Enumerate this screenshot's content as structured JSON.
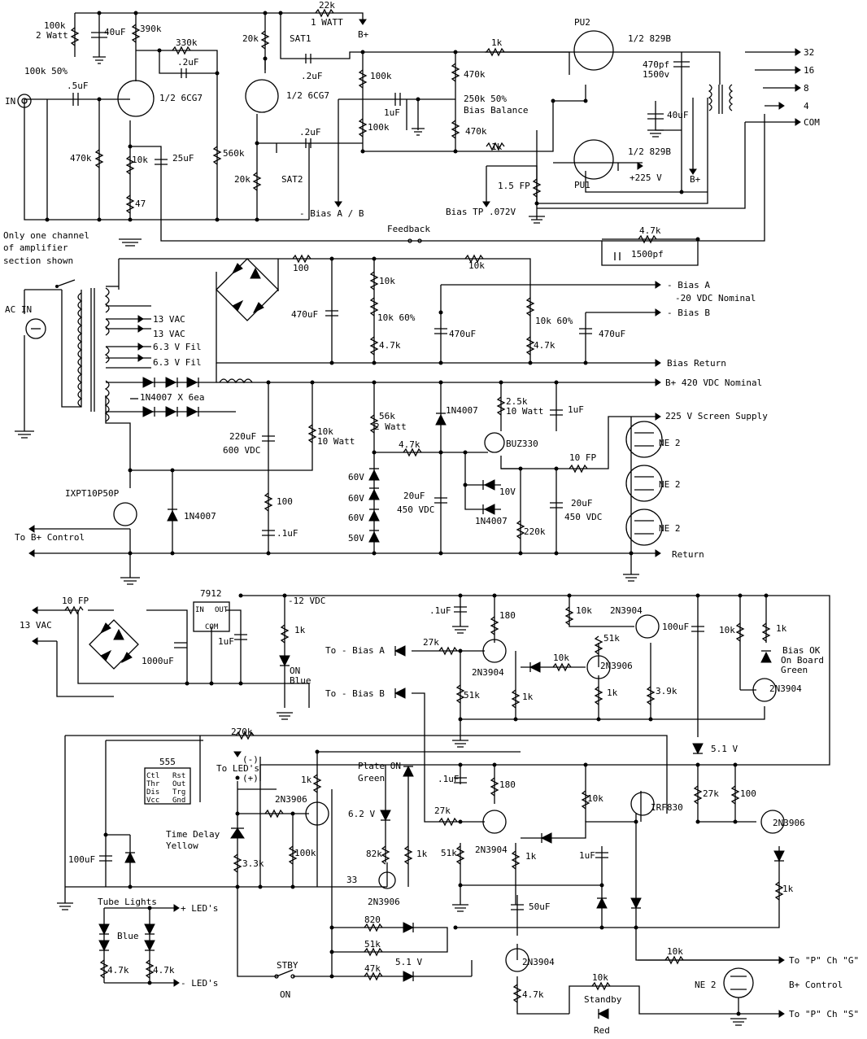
{
  "labels": {
    "r22k": "22k",
    "one_watt": "1 WATT",
    "bplus_top": "B+",
    "r100k": "100k",
    "two_watt": "2 Watt",
    "c40uf_top": "40uF",
    "r390k": "390k",
    "r20k_top": "20k",
    "sat1": "SAT1",
    "r1k_top": "1k",
    "pu2": "PU2",
    "tube_829b_top": "1/2 829B",
    "out_32": "32",
    "out_16": "16",
    "out_8": "8",
    "out_4": "4",
    "out_com": "COM",
    "c470pf": "470pf",
    "v1500": "1500v",
    "r330k": "330k",
    "c2uf_a": ".2uF",
    "c2uf_b": ".2uF",
    "in_label": "IN",
    "pot_100k": "100k 50%",
    "c5uf": ".5uF",
    "tube_6cg7_a": "1/2 6CG7",
    "tube_6cg7_b": "1/2 6CG7",
    "r100k_b": "100k",
    "r470k_a": "470k",
    "bias_pot": "250k 50%",
    "bias_balance": "Bias Balance",
    "c1uf_a": "1uF",
    "r100k_c": "100k",
    "r470k_b": "470k",
    "c40uf_b": "40uF",
    "r470k_c": "470k",
    "r10k_a": "10k",
    "c25uf": "25uF",
    "r560k": "560k",
    "c2uf_c": ".2uF",
    "r1k_b": "1k",
    "tube_829b_bot": "1/2 829B",
    "pu1": "PU1",
    "r20k_b": "20k",
    "sat2": "SAT2",
    "r47": "47",
    "v225": "+225 V",
    "bplus_b": "B+",
    "r15fp": "1.5 FP",
    "bias_ab": "- Bias A / B",
    "bias_tp": "Bias TP .072V",
    "note1": "Only one channel",
    "note2": "of amplifier",
    "note3": "section shown",
    "feedback": "Feedback",
    "r47k_fb": "4.7k",
    "c1500pf": "1500pf",
    "r100_ps": "100",
    "r10k_ps": "10k",
    "r10k_ps2": "10k",
    "bias_a_out": "- Bias A",
    "bias_nominal": "-20 VDC Nominal",
    "bias_b_out": "- Bias B",
    "ac_in": "AC IN",
    "vac13_a": "13 VAC",
    "vac13_b": "13 VAC",
    "fil_a": "6.3 V Fil",
    "fil_b": "6.3 V Fil",
    "c470uf_a": "470uF",
    "pot10k_a": "10k 60%",
    "pot10k_b": "10k 60%",
    "c470uf_b": "470uF",
    "c470uf_c": "470uF",
    "r47k_a": "4.7k",
    "r47k_b": "4.7k",
    "bias_return": "Bias Return",
    "diodes": "1N4007 X 6ea",
    "bplus_420": "B+ 420 VDC Nominal",
    "r56k": "56k",
    "two_watt_b": "2 Watt",
    "d1n4007_a": "1N4007",
    "r25k": "2.5k",
    "ten_watt_a": "10 Watt",
    "c1uf_b": "1uF",
    "screen_supply": "225 V Screen Supply",
    "c220uf": "220uF",
    "v600": "600 VDC",
    "r10k_c": "10k",
    "ten_watt_b": "10 Watt",
    "r47k_c": "4.7k",
    "buz330": "BUZ330",
    "r10fp_a": "10 FP",
    "ne2_a": "NE 2",
    "ixpt": "IXPT10P50P",
    "z60a": "60V",
    "z60b": "60V",
    "z60c": "60V",
    "z50": "50V",
    "c20uf_a": "20uF",
    "v450_a": "450 VDC",
    "z10v": "10V",
    "d1n4007_b": "1N4007",
    "c20uf_b": "20uF",
    "v450_b": "450 VDC",
    "ne2_b": "NE 2",
    "d1n4007_c": "1N4007",
    "r100_b": "100",
    "c1uf_c": ".1uF",
    "r220k": "220k",
    "to_bplus_control": "To B+ Control",
    "ne2_c": "NE 2",
    "return": "Return",
    "reg7912": "7912",
    "reg_in": "IN",
    "reg_out": "OUT",
    "reg_com": "COM",
    "r10fp_b": "10 FP",
    "neg12": "-12 VDC",
    "c1uf_d": ".1uF",
    "r180_a": "180",
    "r10k_d": "10k",
    "q2n3904_a": "2N3904",
    "c100uf_a": "100uF",
    "r10k_e": "10k",
    "r1k_c": "1k",
    "vac13_in": "13 VAC",
    "r1k_d": "1k",
    "r51k_a": "51k",
    "c1000uf": "1000uF",
    "c1uf_e": "1uF",
    "on_label": "ON",
    "blue_label": "Blue",
    "to_bias_a": "To - Bias A",
    "r27k_a": "27k",
    "r10k_f": "10k",
    "bias_ok": "Bias OK",
    "on_board": "On Board",
    "green_a": "Green",
    "q2n3904_b": "2N3904",
    "q2n3906_a": "2N3906",
    "r51k_b": "51k",
    "r1k_e": "1k",
    "r1k_f": "1k",
    "r39k": "3.9k",
    "q2n3904_c": "2N3904",
    "to_bias_b": "To - Bias B",
    "r270k": "270k",
    "ic555": "555",
    "pin_ctl": "Ctl",
    "pin_thr": "Thr",
    "pin_dis": "Dis",
    "pin_vcc": "Vcc",
    "pin_rst": "Rst",
    "pin_out": "Out",
    "pin_trg": "Trg",
    "pin_gnd": "Gnd",
    "led_minus": "(-)",
    "to_leds": "To LED's",
    "led_plus": "(+)",
    "z51_a": "5.1 V",
    "plate_on": "Plate ON",
    "green_b": "Green",
    "c1uf_f": ".1uF",
    "r180_b": "180",
    "r1k_g": "1k",
    "q2n3906_b": "2N3906",
    "r27k_b": "27k",
    "r62v": "6.2 V",
    "r10k_g": "10k",
    "irf830": "IRF830",
    "r27k_c": "27k",
    "r100_c": "100",
    "q2n3906_c": "2N3906",
    "time_delay": "Time Delay",
    "yellow": "Yellow",
    "r100k_d": "100k",
    "r82k": "82k",
    "r1k_h": "1k",
    "r51k_c": "51k",
    "q2n3904_d": "2N3904",
    "r1k_i": "1k",
    "c1uf_g": "1uF",
    "r33k": "3.3k",
    "r33": "33",
    "q2n3906_d": "2N3906",
    "c100uf_b": "100uF",
    "c50uf": "50uF",
    "r1k_j": "1k",
    "tube_lights": "Tube Lights",
    "plus_leds": "+ LED's",
    "r820": "820",
    "blue_b": "Blue",
    "r51k_d": "51k",
    "r47k_d": "4.7k",
    "r47k_e": "4.7k",
    "stby": "STBY",
    "r47k_f": "47k",
    "z51_b": "5.1 V",
    "q2n3904_e": "2N3904",
    "r10k_h": "10k",
    "to_p_g": "To \"P\" Ch \"G\"",
    "minus_leds": "- LED's",
    "on_b": "ON",
    "r47k_g": "4.7k",
    "r10k_i": "10k",
    "standby": "Standby",
    "ne2_d": "NE 2",
    "bplus_control": "B+ Control",
    "to_p_s": "To \"P\" Ch \"S\"",
    "red": "Red"
  }
}
